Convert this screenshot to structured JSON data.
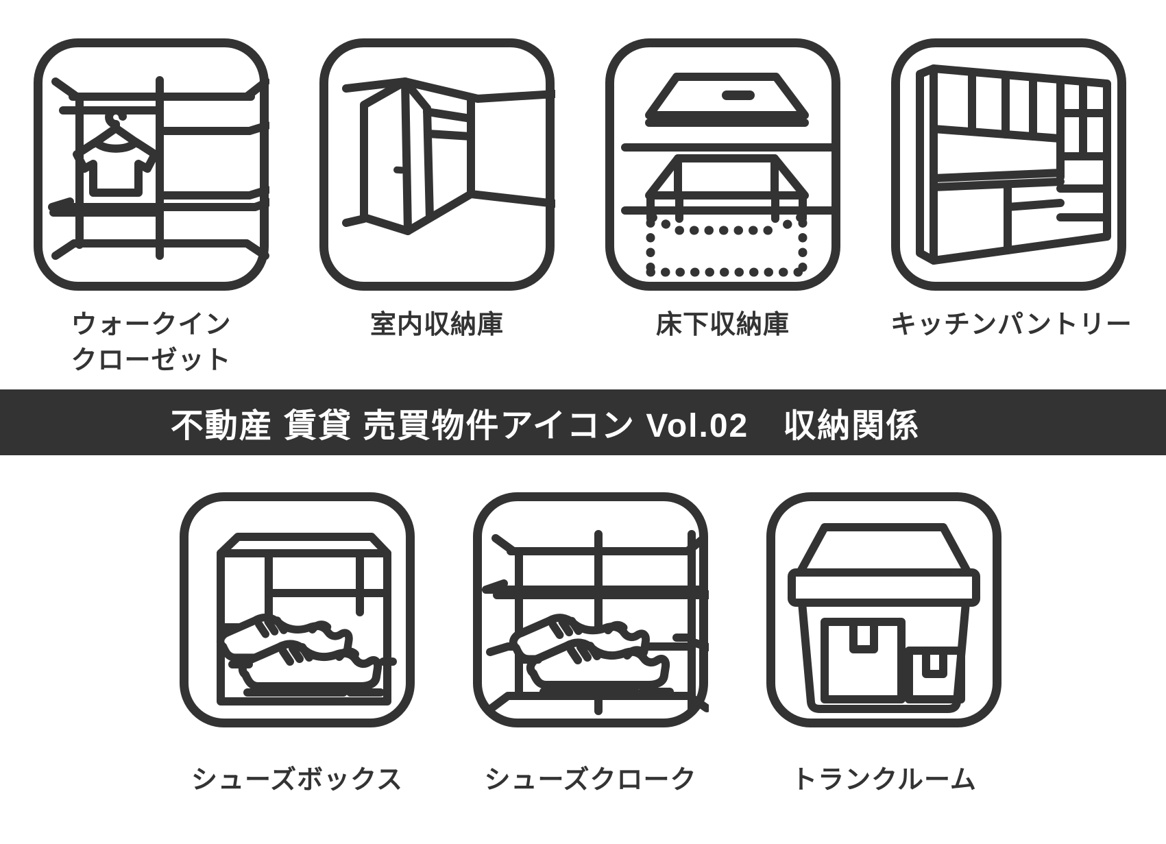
{
  "page": {
    "background": "#ffffff",
    "ink": "#333333"
  },
  "banner": {
    "text": "不動産 賃貸 売買物件アイコン Vol.02　収納関係",
    "bg": "#333333",
    "fg": "#ffffff"
  },
  "cards": [
    {
      "name": "walk-in-closet",
      "label_lines": [
        "ウォークイン",
        "クローゼット"
      ]
    },
    {
      "name": "indoor-storage",
      "label_lines": [
        "室内収納庫"
      ]
    },
    {
      "name": "underfloor-storage",
      "label_lines": [
        "床下収納庫"
      ]
    },
    {
      "name": "kitchen-pantry",
      "label_lines": [
        "キッチンパントリー"
      ]
    },
    {
      "name": "shoe-box",
      "label_lines": [
        "シューズボックス"
      ]
    },
    {
      "name": "shoe-cloak",
      "label_lines": [
        "シューズクローク"
      ]
    },
    {
      "name": "trunk-room",
      "label_lines": [
        "トランクルーム"
      ]
    }
  ]
}
